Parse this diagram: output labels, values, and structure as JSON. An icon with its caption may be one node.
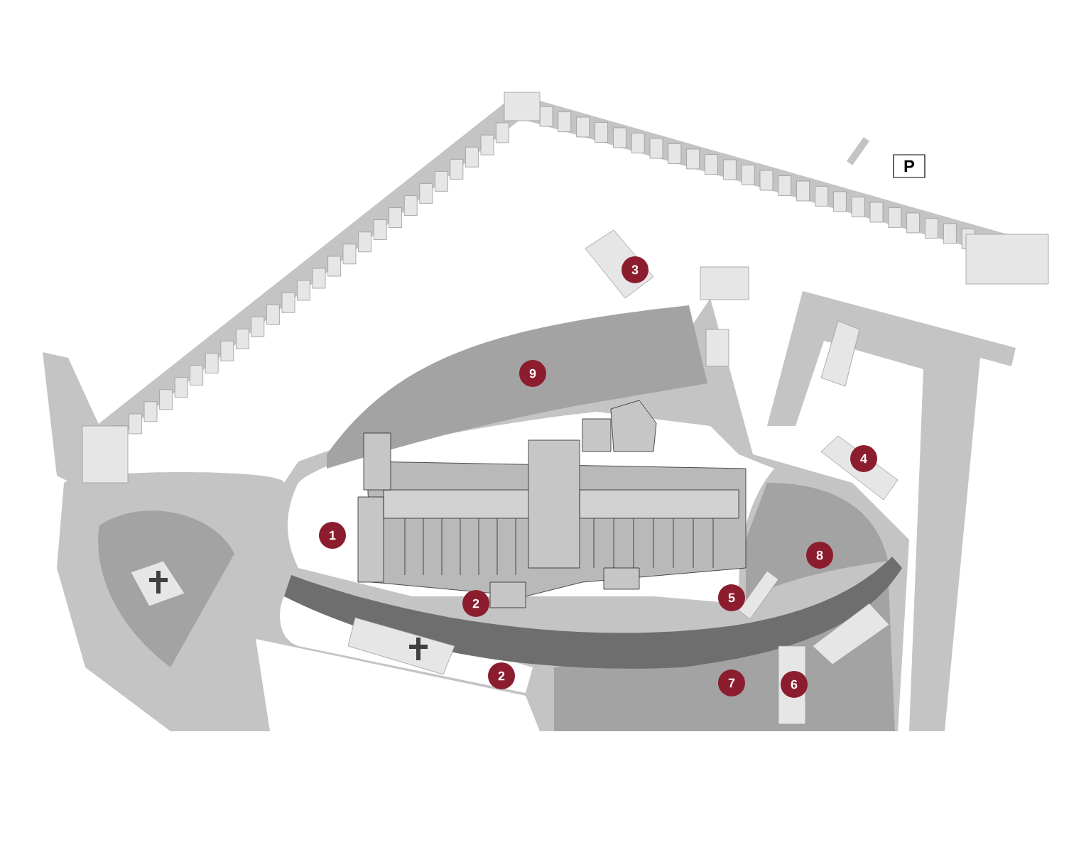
{
  "diagram": {
    "labels": [
      "P",
      "3",
      "9",
      "4",
      "1",
      "8",
      "5",
      "2",
      "2",
      "7",
      "6"
    ]
  }
}
